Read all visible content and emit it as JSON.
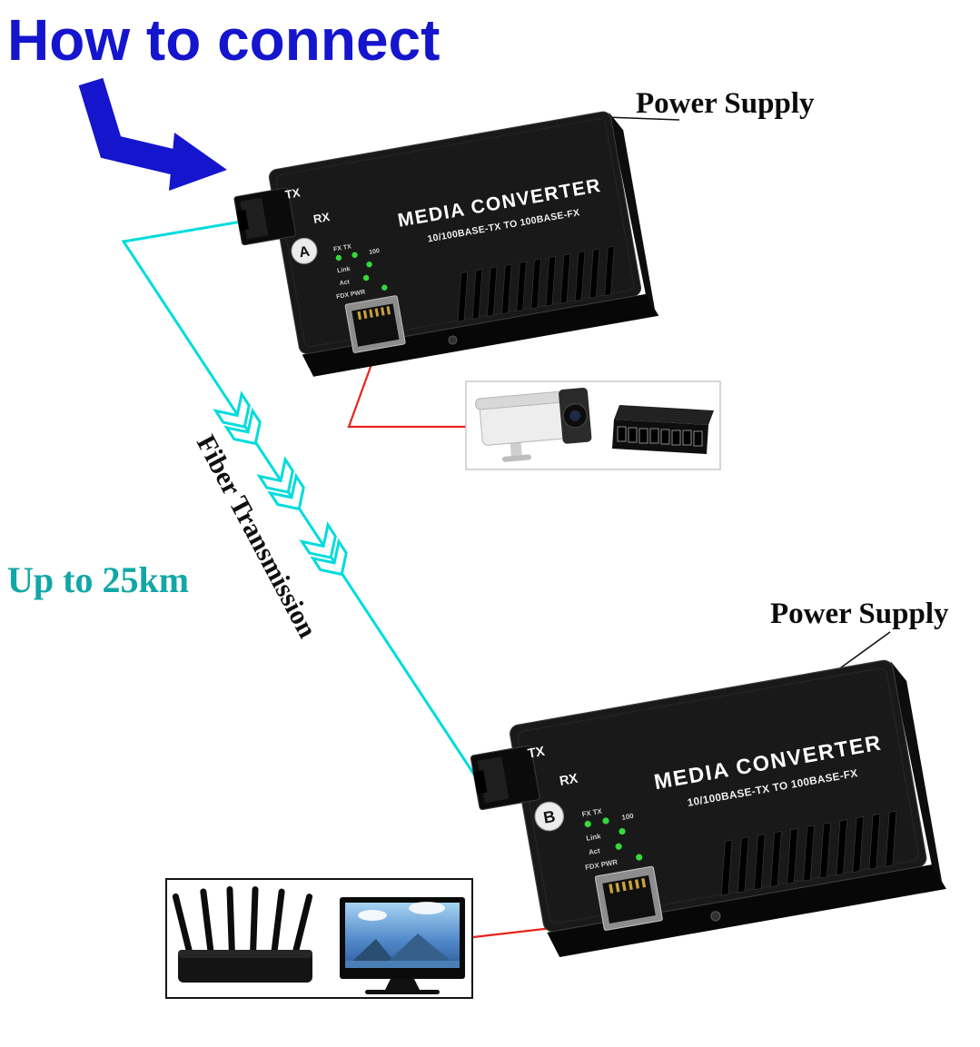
{
  "title": "How to connect",
  "annotations": {
    "power_supply_top": "Power Supply",
    "power_supply_bottom": "Power Supply",
    "fiber_transmission": "Fiber Transmission",
    "distance": "Up to 25km"
  },
  "converter_a": {
    "device_label": "A",
    "product_name": "MEDIA CONVERTER",
    "subtitle": "10/100BASE-TX TO 100BASE-FX",
    "port_tx": "TX",
    "port_rx": "RX",
    "led_labels": [
      "FX TX",
      "100",
      "Link",
      "Act",
      "FDX PWR"
    ]
  },
  "converter_b": {
    "device_label": "B",
    "product_name": "MEDIA CONVERTER",
    "subtitle": "10/100BASE-TX TO 100BASE-FX",
    "port_tx": "TX",
    "port_rx": "RX",
    "led_labels": [
      "FX TX",
      "100",
      "Link",
      "Act",
      "FDX PWR"
    ]
  },
  "colors": {
    "title_blue": "#1515cd",
    "fiber_cyan": "#00dcdc",
    "distance_teal": "#12a7a7",
    "cable_red": "#e8231d"
  }
}
